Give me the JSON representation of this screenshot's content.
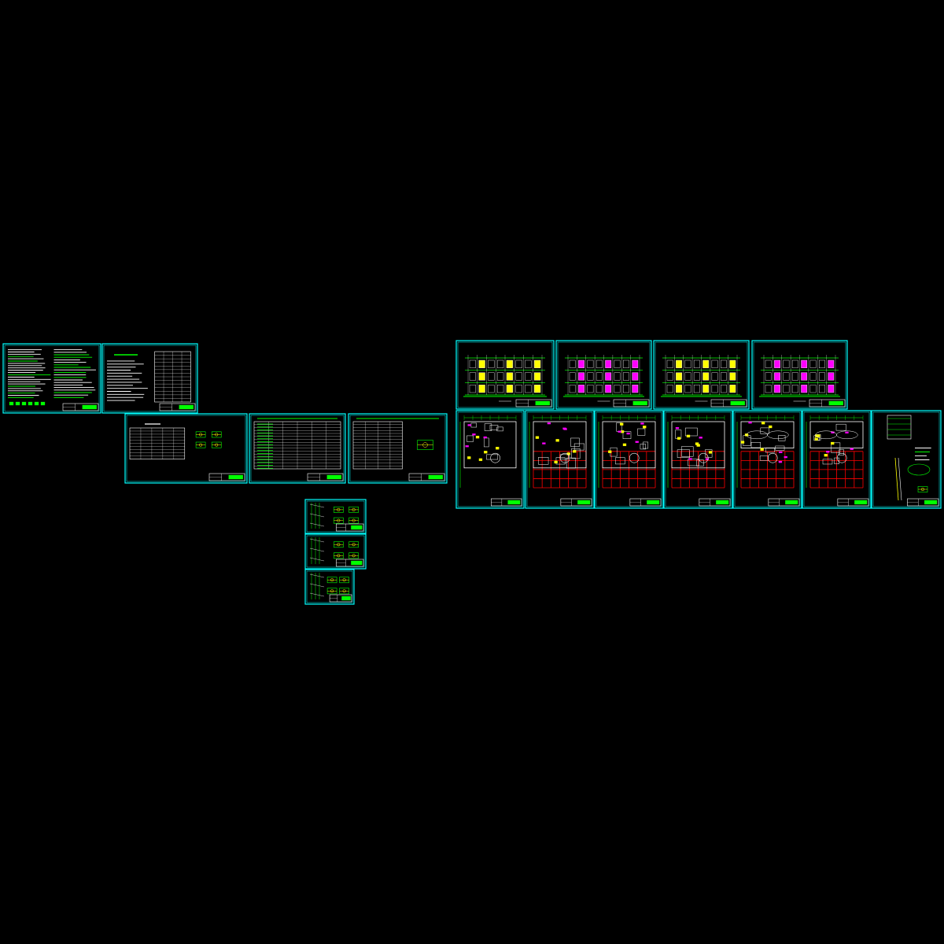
{
  "viewer": {
    "background": "#000000",
    "frame_color": "#00ffff",
    "colors": {
      "green": "#00ff00",
      "white": "#ffffff",
      "yellow": "#ffff00",
      "red": "#ff0000",
      "magenta": "#ff00ff",
      "cyan": "#00ffff"
    }
  },
  "sheets": [
    {
      "id": "notes-1",
      "kind": "text-notes"
    },
    {
      "id": "notes-2",
      "kind": "text-notes-table"
    },
    {
      "id": "schedule-1",
      "kind": "table-details"
    },
    {
      "id": "schedule-2",
      "kind": "table"
    },
    {
      "id": "schedule-3",
      "kind": "table-detail"
    },
    {
      "id": "details-1",
      "kind": "details"
    },
    {
      "id": "details-2",
      "kind": "details"
    },
    {
      "id": "details-3",
      "kind": "details"
    },
    {
      "id": "elevation-1",
      "kind": "elevation"
    },
    {
      "id": "elevation-2",
      "kind": "elevation"
    },
    {
      "id": "elevation-3",
      "kind": "elevation"
    },
    {
      "id": "elevation-4",
      "kind": "elevation"
    },
    {
      "id": "plan-1",
      "kind": "plan"
    },
    {
      "id": "plan-2",
      "kind": "plan-grid"
    },
    {
      "id": "plan-3",
      "kind": "plan-grid"
    },
    {
      "id": "plan-4",
      "kind": "plan-grid"
    },
    {
      "id": "plan-5",
      "kind": "plan-roof"
    },
    {
      "id": "plan-6",
      "kind": "plan-roof"
    },
    {
      "id": "section-1",
      "kind": "section"
    }
  ]
}
